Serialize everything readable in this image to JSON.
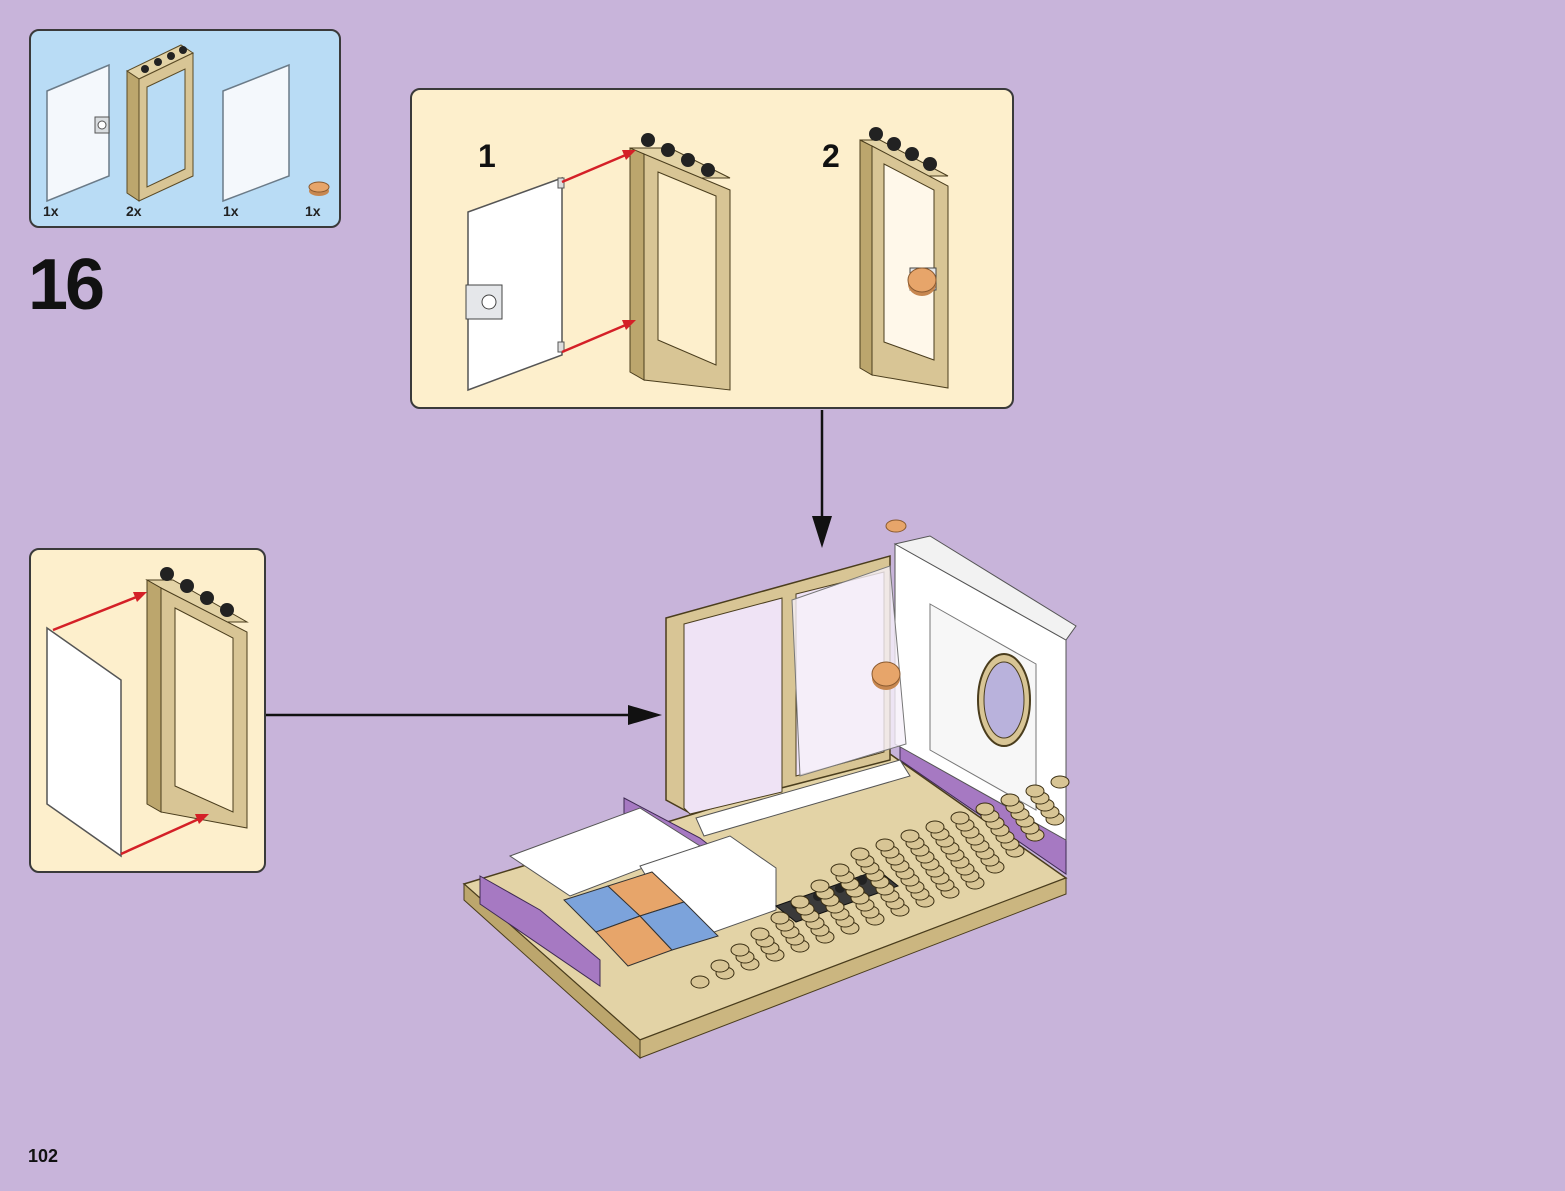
{
  "parts_list": {
    "items": [
      {
        "part": "glass-door-handle",
        "qty": "1x"
      },
      {
        "part": "tan-door-frame",
        "qty": "2x"
      },
      {
        "part": "glass-door-pane",
        "qty": "1x"
      },
      {
        "part": "round-tile-nougat",
        "qty": "1x"
      }
    ]
  },
  "step": {
    "number": "16"
  },
  "subassembly": {
    "steps": [
      "1",
      "2"
    ]
  },
  "page": {
    "number": "102"
  },
  "colors": {
    "background": "#c8b4da",
    "parts_bg": "#b9dcf5",
    "callout_bg": "#fdefcc",
    "tan": "#d8c595",
    "purple": "#a679c2",
    "white": "#ffffff",
    "arrow_red": "#d42027",
    "nougat": "#e7a56a",
    "blue_tile": "#7ca3db"
  },
  "icons": [
    "arrow-red-icon",
    "arrow-black-icon"
  ]
}
